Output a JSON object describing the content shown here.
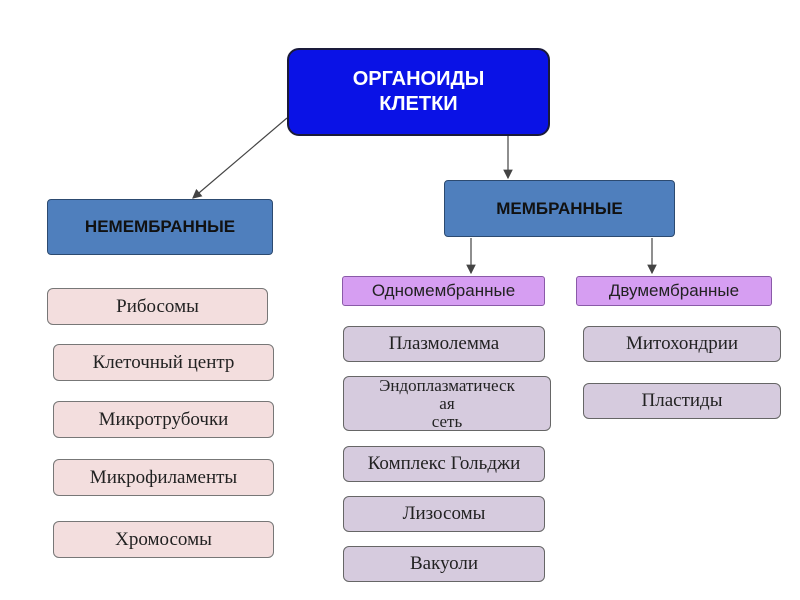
{
  "root": {
    "label": "ОРГАНОИДЫ\nКЛЕТКИ"
  },
  "categories": {
    "non_membrane": "НЕМЕМБРАННЫЕ",
    "membrane": "МЕМБРАННЫЕ"
  },
  "subcategories": {
    "single_membrane": "Одномембранные",
    "double_membrane": "Двумембранные"
  },
  "non_membrane_items": [
    "Рибосомы",
    "Клеточный центр",
    "Микротрубочки",
    "Микрофиламенты",
    "Хромосомы"
  ],
  "single_membrane_items": [
    "Плазмолемма",
    "Эндоплазматическ\nая\nсеть",
    "Комплекс Гольджи",
    "Лизосомы",
    "Вакуоли"
  ],
  "double_membrane_items": [
    "Митохондрии",
    "Пластиды"
  ],
  "colors": {
    "root": "#0a12e6",
    "category": "#4f7fbd",
    "subcategory": "#d69ef2",
    "non_membrane_item": "#f3dede",
    "membrane_item": "#d6cbde"
  }
}
